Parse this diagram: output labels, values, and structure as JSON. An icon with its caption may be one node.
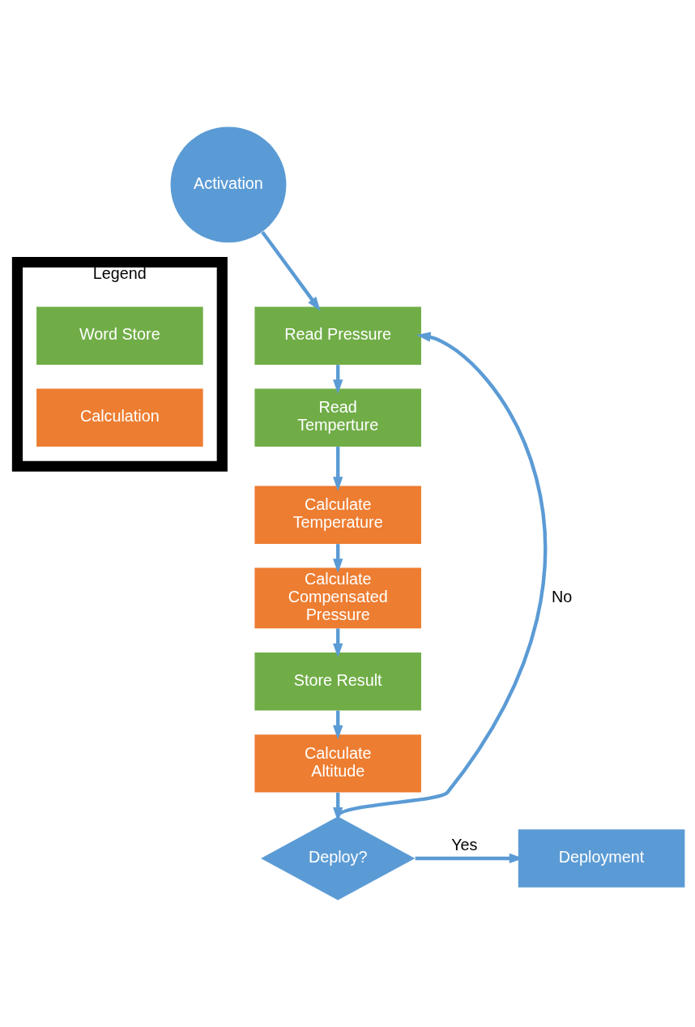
{
  "diagram": {
    "nodes": [
      {
        "text": [
          "Activation"
        ]
      },
      {
        "text": [
          "Read Pressure"
        ]
      },
      {
        "text": [
          "Read Temperture"
        ]
      },
      {
        "text": [
          "Calculate Temperature"
        ]
      },
      {
        "text": [
          "Calculate Compensated Pressure"
        ]
      },
      {
        "text": [
          "Store Result"
        ]
      },
      {
        "text": [
          "Calculate Altitude"
        ]
      },
      {
        "text": [
          "Deploy?"
        ]
      },
      {
        "text": [
          "Deployment"
        ]
      },
      {
        "text": [
          "Legend"
        ]
      },
      {
        "text": [
          "Word Store"
        ],
        "in": 9
      },
      {
        "text": [
          "Calculation"
        ],
        "in": 9
      }
    ],
    "edges": [
      {
        "from": 0,
        "to": 1,
        "arrow": "to"
      },
      {
        "from": 1,
        "to": 2,
        "arrow": "to"
      },
      {
        "from": 2,
        "to": 3,
        "arrow": "to"
      },
      {
        "from": 3,
        "to": 4,
        "arrow": "to"
      },
      {
        "from": 4,
        "to": 5,
        "arrow": "to"
      },
      {
        "from": 5,
        "to": 6,
        "arrow": "to"
      },
      {
        "from": 6,
        "to": 7,
        "arrow": "to"
      },
      {
        "from": 7,
        "to": 1,
        "arrow": "to",
        "label": "No"
      },
      {
        "from": 7,
        "to": 8,
        "arrow": "to",
        "label": "Yes"
      }
    ]
  }
}
